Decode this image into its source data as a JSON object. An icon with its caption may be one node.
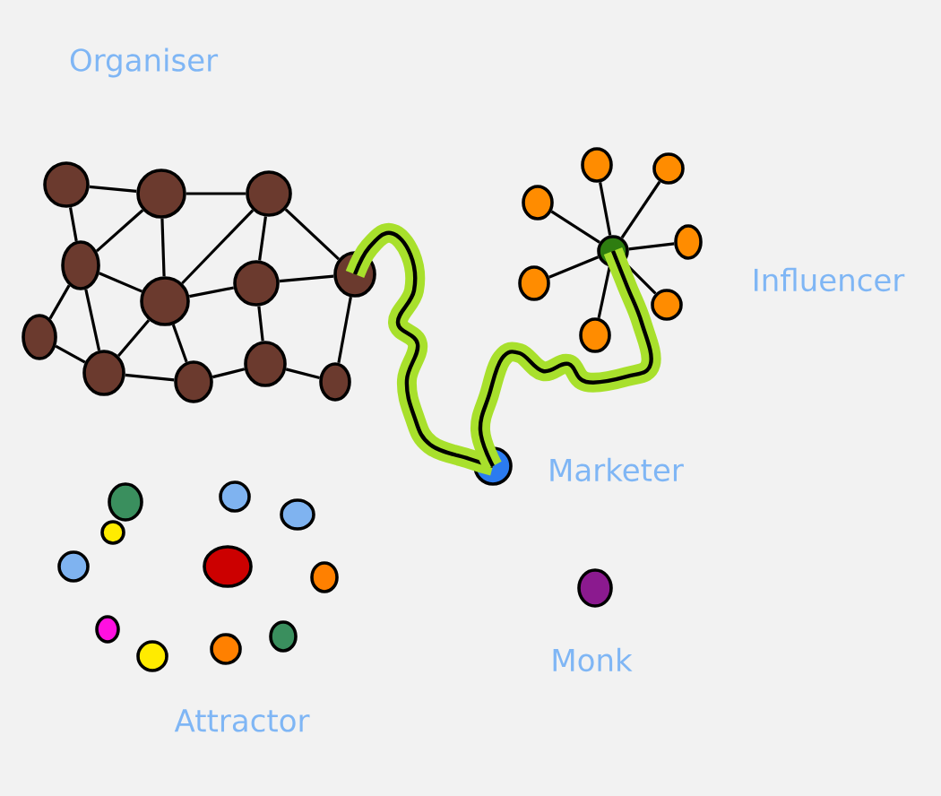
{
  "diagram": {
    "nodes": [
      {
        "text": [],
        "shape": "circle"
      },
      {
        "text": [],
        "shape": "circle"
      },
      {
        "text": [],
        "shape": "circle"
      },
      {
        "text": [],
        "shape": "circle"
      },
      {
        "text": [],
        "shape": "circle"
      },
      {
        "text": [],
        "shape": "circle"
      },
      {
        "text": [],
        "shape": "circle"
      },
      {
        "text": [],
        "shape": "circle"
      },
      {
        "text": [],
        "shape": "circle"
      },
      {
        "text": [],
        "shape": "circle"
      },
      {
        "text": [],
        "shape": "circle"
      },
      {
        "text": [],
        "shape": "circle"
      },
      {
        "text": [],
        "shape": "circle"
      },
      {
        "text": [],
        "shape": "circle"
      },
      {
        "text": [],
        "shape": "circle"
      },
      {
        "text": [],
        "shape": "circle"
      },
      {
        "text": [],
        "shape": "circle"
      },
      {
        "text": [],
        "shape": "circle"
      },
      {
        "text": [],
        "shape": "circle"
      },
      {
        "text": [],
        "shape": "circle"
      },
      {
        "text": [],
        "shape": "circle",
        "beside": [
          "Marketer"
        ]
      },
      {
        "text": [],
        "shape": "circle"
      },
      {
        "text": [],
        "shape": "circle"
      },
      {
        "text": [],
        "shape": "circle"
      },
      {
        "text": [],
        "shape": "circle"
      },
      {
        "text": [],
        "shape": "circle"
      },
      {
        "text": [],
        "shape": "circle"
      },
      {
        "text": [],
        "shape": "circle"
      },
      {
        "text": [],
        "shape": "circle"
      },
      {
        "text": [],
        "shape": "circle"
      },
      {
        "text": [],
        "shape": "circle"
      },
      {
        "text": [],
        "shape": "circle"
      },
      {
        "text": [],
        "shape": "circle",
        "beside": [
          "Monk"
        ]
      }
    ],
    "edges": [
      {
        "from": 0,
        "to": 1,
        "arrow": "none"
      },
      {
        "from": 0,
        "to": 3,
        "arrow": "none"
      },
      {
        "from": 1,
        "to": 2,
        "arrow": "none"
      },
      {
        "from": 1,
        "to": 3,
        "arrow": "none"
      },
      {
        "from": 1,
        "to": 4,
        "arrow": "none"
      },
      {
        "from": 2,
        "to": 4,
        "arrow": "none"
      },
      {
        "from": 2,
        "to": 5,
        "arrow": "none"
      },
      {
        "from": 2,
        "to": 6,
        "arrow": "none"
      },
      {
        "from": 3,
        "to": 4,
        "arrow": "none"
      },
      {
        "from": 3,
        "to": 7,
        "arrow": "none"
      },
      {
        "from": 3,
        "to": 8,
        "arrow": "none"
      },
      {
        "from": 4,
        "to": 5,
        "arrow": "none"
      },
      {
        "from": 4,
        "to": 8,
        "arrow": "none"
      },
      {
        "from": 4,
        "to": 9,
        "arrow": "none"
      },
      {
        "from": 5,
        "to": 6,
        "arrow": "none"
      },
      {
        "from": 5,
        "to": 10,
        "arrow": "none"
      },
      {
        "from": 7,
        "to": 8,
        "arrow": "none"
      },
      {
        "from": 8,
        "to": 9,
        "arrow": "none"
      },
      {
        "from": 9,
        "to": 10,
        "arrow": "none"
      },
      {
        "from": 10,
        "to": 11,
        "arrow": "none"
      },
      {
        "from": 11,
        "to": 6,
        "arrow": "none"
      },
      {
        "from": 12,
        "to": 13,
        "arrow": "none"
      },
      {
        "from": 12,
        "to": 14,
        "arrow": "none"
      },
      {
        "from": 12,
        "to": 15,
        "arrow": "none"
      },
      {
        "from": 12,
        "to": 16,
        "arrow": "none"
      },
      {
        "from": 12,
        "to": 17,
        "arrow": "none"
      },
      {
        "from": 12,
        "to": 18,
        "arrow": "none"
      },
      {
        "from": 12,
        "to": 19,
        "arrow": "none"
      },
      {
        "from": 6,
        "to": 20,
        "arrow": "none",
        "style": "thick",
        "color": "#a8e02c"
      },
      {
        "from": 20,
        "to": 12,
        "arrow": "none",
        "style": "thick",
        "color": "#a8e02c"
      }
    ],
    "labels": [
      "Organiser",
      "Influencer",
      "Attractor"
    ]
  }
}
